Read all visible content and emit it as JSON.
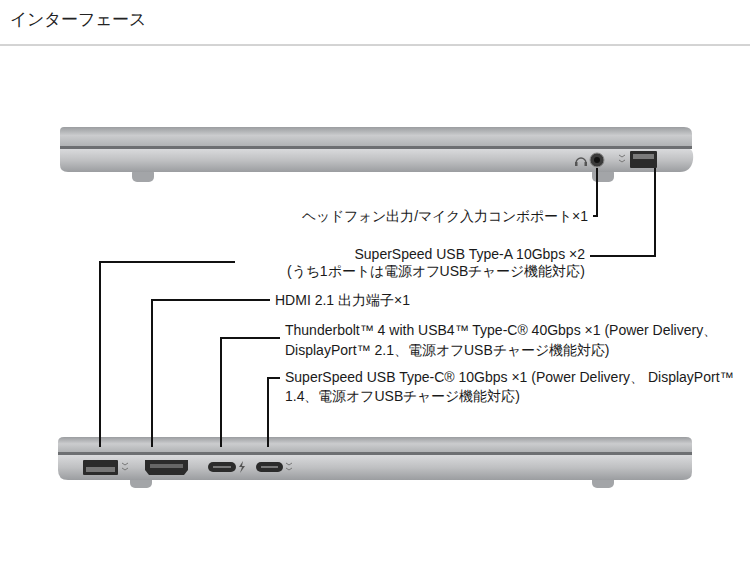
{
  "diagram": {
    "title": "インターフェース",
    "labels": [
      "ヘッドフォン出力/マイク入力コンボポート×1",
      "SuperSpeed USB Type-A 10Gbps ×2 (うち1ポートは電源オフUSBチャージ機能対応)",
      "HDMI 2.1 出力端子×1",
      "Thunderbolt™ 4 with USB4™ Type-C® 40Gbps ×1 (Power Delivery、 DisplayPort™ 2.1、電源オフUSBチャージ機能対応)",
      "SuperSpeed USB Type-C® 10Gbps ×1 (Power Delivery、 DisplayPort™ 1.4、電源オフUSBチャージ機能対応)"
    ]
  }
}
